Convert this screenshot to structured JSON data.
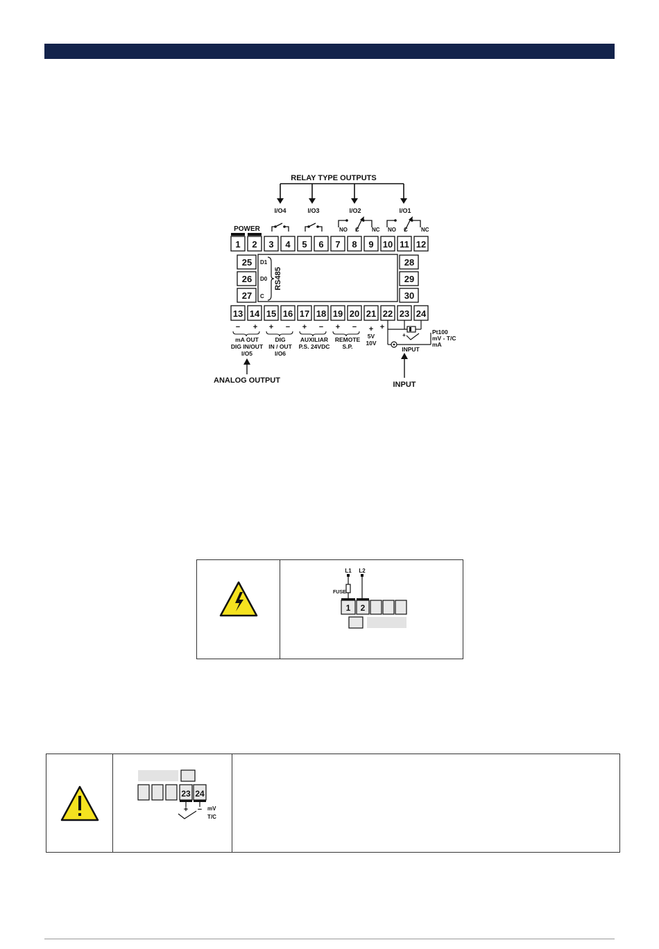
{
  "header": {
    "bar_color": "#13234b"
  },
  "terminal_diagram": {
    "relay_outputs_label": "RELAY TYPE OUTPUTS",
    "power_label": "POWER",
    "io_labels": {
      "io4": "I/O4",
      "io3": "I/O3",
      "io2": "I/O2",
      "io1": "I/O1"
    },
    "contact_labels": {
      "no": "NO",
      "c": "C",
      "nc": "NC"
    },
    "top_terminals": [
      "1",
      "2",
      "3",
      "4",
      "5",
      "6",
      "7",
      "8",
      "9",
      "10",
      "11",
      "12"
    ],
    "left_terminals": [
      "25",
      "26",
      "27"
    ],
    "right_terminals": [
      "28",
      "29",
      "30"
    ],
    "bottom_terminals": [
      "13",
      "14",
      "15",
      "16",
      "17",
      "18",
      "19",
      "20",
      "21",
      "22",
      "23",
      "24"
    ],
    "rs485": {
      "label": "RS485",
      "d1": "D1",
      "d0": "D0",
      "c": "C"
    },
    "plus": "+",
    "minus": "−",
    "bottom_group_labels": {
      "ma_out": "mA OUT",
      "dig_in_out": "DIG IN/OUT",
      "io5": "I/O5",
      "dig": "DIG",
      "in_out": "IN / OUT",
      "io6": "I/O6",
      "auxiliar": "AUXILIAR",
      "ps_24vdc": "P.S. 24VDC",
      "remote": "REMOTE",
      "sp": "S.P.",
      "v5": "5V",
      "v10": "10V",
      "pt100": "Pt100",
      "mv_tc": "mV - T/C",
      "ma": "mA",
      "input_small": "INPUT"
    },
    "analog_output_label": "ANALOG OUTPUT",
    "input_label": "INPUT"
  },
  "power_box": {
    "icon": "high-voltage-warning-icon",
    "l1": "L1",
    "l2": "L2",
    "fuse": "FUSE",
    "terminals": [
      "1",
      "2"
    ]
  },
  "input_box": {
    "icon": "caution-warning-icon",
    "terminals": [
      "23",
      "24"
    ],
    "plus": "+",
    "minus": "−",
    "mv": "mV",
    "tc": "T/C"
  },
  "colors": {
    "warning_yellow": "#f5e21f",
    "light_gray": "#e3e3e3"
  }
}
